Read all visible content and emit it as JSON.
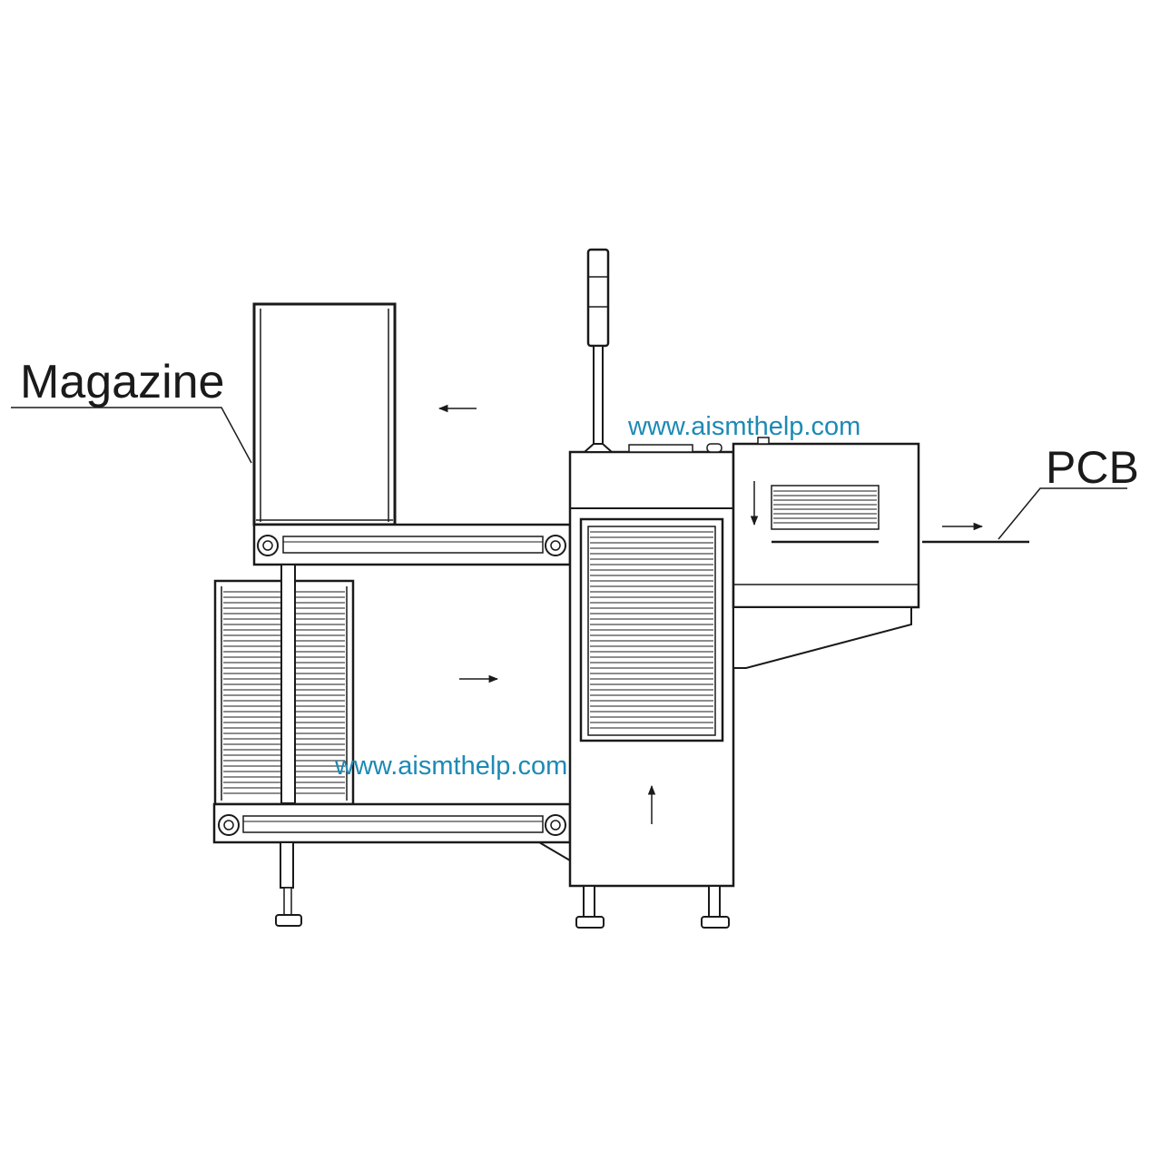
{
  "labels": {
    "magazine": "Magazine",
    "pcb": "PCB"
  },
  "watermarks": {
    "top": "www.aismthelp.com",
    "bottom": "www.aismthelp.com"
  },
  "colors": {
    "line": "#1a1a1a",
    "watermark": "#1d8ab5",
    "background": "#ffffff"
  }
}
